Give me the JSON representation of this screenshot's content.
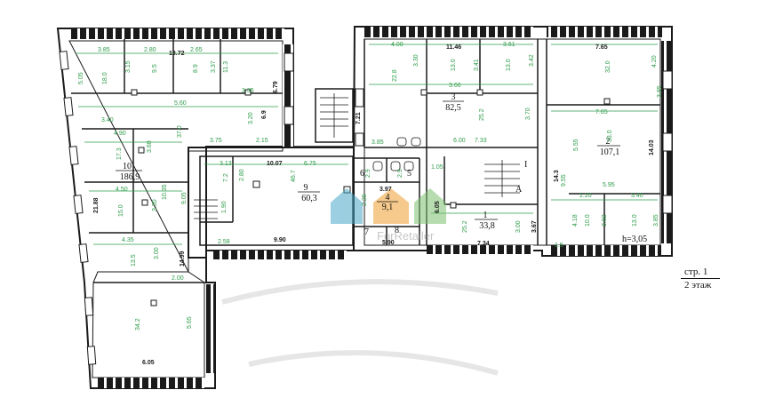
{
  "colors": {
    "wall": "#1a1a1a",
    "dimension": "#2e9c4a",
    "paper": "#ffffff"
  },
  "rooms": [
    {
      "id": "room-1",
      "number": "1",
      "area": "33,8"
    },
    {
      "id": "room-2",
      "number": "2",
      "area": "107,1"
    },
    {
      "id": "room-3",
      "number": "3",
      "area": "82,5"
    },
    {
      "id": "room-4",
      "number": "4",
      "area": "9,1"
    },
    {
      "id": "room-5",
      "number": "5",
      "area": ""
    },
    {
      "id": "room-6",
      "number": "6",
      "area": ""
    },
    {
      "id": "room-7",
      "number": "7",
      "area": ""
    },
    {
      "id": "room-8",
      "number": "8",
      "area": ""
    },
    {
      "id": "room-9",
      "number": "9",
      "area": "60,3"
    },
    {
      "id": "room-10",
      "number": "10",
      "area": "186,9"
    }
  ],
  "black_dims": [
    "13.72",
    "11.46",
    "7.65",
    "6.79",
    "7.21",
    "14.03",
    "10.07",
    "21.88",
    "14.99",
    "6.05",
    "9.90",
    "3.67",
    "6.05",
    "7.34",
    "14.3",
    "3.97",
    "5.90",
    "6.9"
  ],
  "green_dims": [
    "3.85",
    "2.80",
    "2.65",
    "5.05",
    "18.0",
    "9.5",
    "8.9",
    "11.3",
    "3.15",
    "3.37",
    "3.35",
    "5.60",
    "3.40",
    "3.20",
    "37.0",
    "3.75",
    "2.15",
    "4.90",
    "17.3",
    "4.50",
    "10.35",
    "15.0",
    "4.35",
    "13.5",
    "2.00",
    "3.60",
    "3.30",
    "3.00",
    "9.05",
    "34.2",
    "5.65",
    "4.00",
    "3.30",
    "13.0",
    "3.41",
    "13.0",
    "3.61",
    "3.42",
    "22.8",
    "3.66",
    "25.2",
    "3.70",
    "3.85",
    "7.33",
    "32.0",
    "4.20",
    "7.65",
    "5.55",
    "33.0",
    "9.55",
    "2.20",
    "5.95",
    "3.40",
    "10.0",
    "13.0",
    "4.18",
    "3.82",
    "3.85",
    "1.5",
    "3.13",
    "6.75",
    "2.80",
    "7.2",
    "46.7",
    "1.90",
    "2.58",
    "2.9",
    "2.9",
    "2.29",
    "1.05",
    "25.2",
    "3.00",
    "3.85",
    "6.00"
  ],
  "markers": {
    "stair_i": "I",
    "stair_a": "A"
  },
  "ceiling_height": "h=3,05",
  "caption": {
    "sheet": "стр. 1",
    "floor": "2 этаж"
  },
  "watermark": {
    "text": "ForRetailer"
  }
}
